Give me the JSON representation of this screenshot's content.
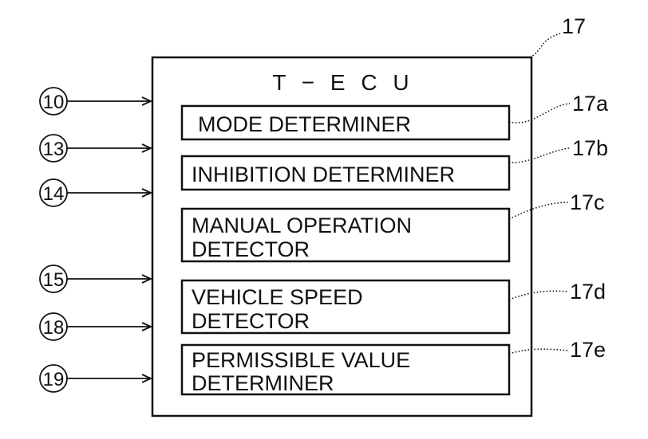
{
  "ecu": {
    "title": "T − E C U",
    "ref": "17"
  },
  "blocks": [
    {
      "ref": "17a",
      "lines": [
        "MODE DETERMINER"
      ]
    },
    {
      "ref": "17b",
      "lines": [
        "INHIBITION DETERMINER"
      ]
    },
    {
      "ref": "17c",
      "lines": [
        "MANUAL OPERATION",
        "DETECTOR"
      ]
    },
    {
      "ref": "17d",
      "lines": [
        "VEHICLE SPEED",
        "DETECTOR"
      ]
    },
    {
      "ref": "17e",
      "lines": [
        "PERMISSIBLE VALUE",
        "DETERMINER"
      ]
    }
  ],
  "inputs": [
    "10",
    "13",
    "14",
    "15",
    "18",
    "19"
  ]
}
